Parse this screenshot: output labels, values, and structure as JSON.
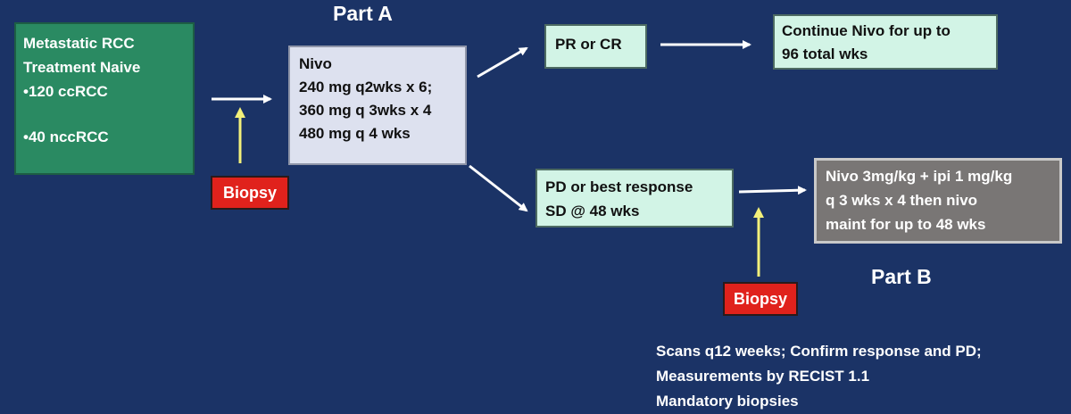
{
  "titles": {
    "part_a": "Part A",
    "part_b": "Part B"
  },
  "start_box": {
    "line1": "Metastatic RCC",
    "line2": "Treatment Naive",
    "line3": "•120 ccRCC",
    "line4": "•40 nccRCC"
  },
  "nivo_box": {
    "line1": "Nivo",
    "line2": "240 mg q2wks x 6;",
    "line3": "360 mg q 3wks x 4",
    "line4": "480 mg q 4 wks"
  },
  "pr_box": {
    "text": "PR or CR"
  },
  "continue_box": {
    "line1": "Continue Nivo for up to",
    "line2": "96 total wks"
  },
  "pd_box": {
    "line1": "PD or best response",
    "line2": "SD @ 48 wks"
  },
  "combo_box": {
    "line1": "Nivo 3mg/kg + ipi 1 mg/kg",
    "line2": "q 3 wks x 4 then nivo",
    "line3": "maint  for up to 48 wks"
  },
  "biopsy_labels": {
    "first": "Biopsy",
    "second": "Biopsy"
  },
  "notes": {
    "line1": "Scans q12 weeks; Confirm response and PD;",
    "line2": "Measurements by RECIST 1.1",
    "line3": "Mandatory biopsies"
  },
  "colors": {
    "background": "#1b3366",
    "start_box": "#2a8a62",
    "nivo_box": "#dde1ef",
    "mint_box": "#d2f4e6",
    "combo_box": "#797675",
    "biopsy": "#e0221c",
    "biopsy_arrow": "#f3f07a",
    "flow_arrow": "#ffffff"
  }
}
